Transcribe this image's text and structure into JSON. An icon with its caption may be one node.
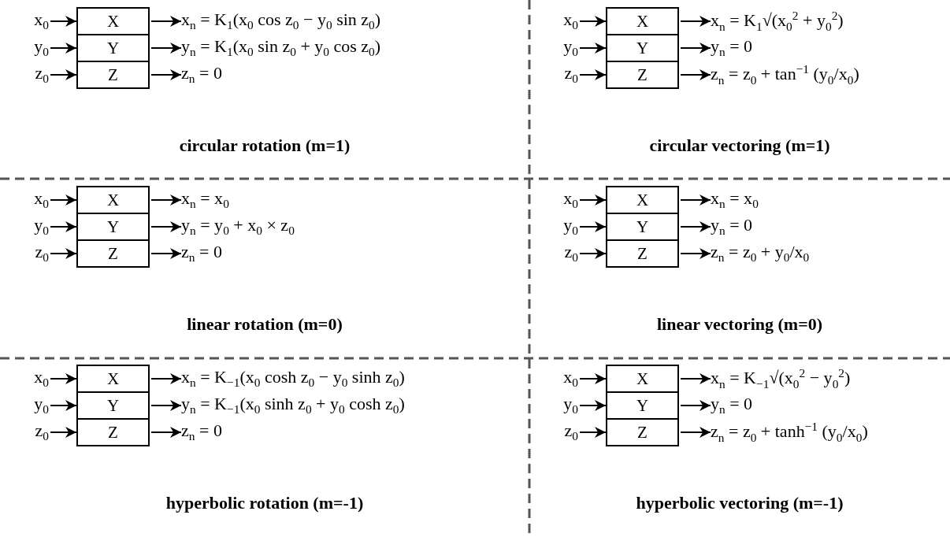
{
  "diagram": {
    "nodes": [
      {
        "text": [
          "x$_{0}$"
        ]
      },
      {
        "text": [
          "X"
        ]
      },
      {
        "text": [
          "x$_{n}$ = K$_{1}$(x$_{0}$ cos z$_{0}$ − y$_{0}$ sin z$_{0}$)"
        ]
      },
      {
        "text": [
          "y$_{0}$"
        ]
      },
      {
        "text": [
          "Y"
        ]
      },
      {
        "text": [
          "y$_{n}$ = K$_{1}$(x$_{0}$ sin z$_{0}$ + y$_{0}$ cos z$_{0}$)"
        ]
      },
      {
        "text": [
          "z$_{0}$"
        ]
      },
      {
        "text": [
          "Z"
        ]
      },
      {
        "text": [
          "z$_{n}$ = 0"
        ]
      },
      {
        "text": [
          "x$_{0}$"
        ]
      },
      {
        "text": [
          "X"
        ]
      },
      {
        "text": [
          "x$_{n}$ = K$_{1}$√(x$_{0}$$^{2}$ + y$_{0}$$^{2}$)"
        ]
      },
      {
        "text": [
          "y$_{0}$"
        ]
      },
      {
        "text": [
          "Y"
        ]
      },
      {
        "text": [
          "y$_{n}$ = 0"
        ]
      },
      {
        "text": [
          "z$_{0}$"
        ]
      },
      {
        "text": [
          "Z"
        ]
      },
      {
        "text": [
          "z$_{n}$ = z$_{0}$ + tan$^{−1}$ (y$_{0}$/x$_{0}$)"
        ]
      },
      {
        "text": [
          "x$_{0}$"
        ]
      },
      {
        "text": [
          "X"
        ]
      },
      {
        "text": [
          "x$_{n}$ = x$_{0}$"
        ]
      },
      {
        "text": [
          "y$_{0}$"
        ]
      },
      {
        "text": [
          "Y"
        ]
      },
      {
        "text": [
          "y$_{n}$ = y$_{0}$ + x$_{0}$ × z$_{0}$"
        ]
      },
      {
        "text": [
          "z$_{0}$"
        ]
      },
      {
        "text": [
          "Z"
        ]
      },
      {
        "text": [
          "z$_{n}$ = 0"
        ]
      },
      {
        "text": [
          "x$_{0}$"
        ]
      },
      {
        "text": [
          "X"
        ]
      },
      {
        "text": [
          "x$_{n}$ = x$_{0}$"
        ]
      },
      {
        "text": [
          "y$_{0}$"
        ]
      },
      {
        "text": [
          "Y"
        ]
      },
      {
        "text": [
          "y$_{n}$ = 0"
        ]
      },
      {
        "text": [
          "z$_{0}$"
        ]
      },
      {
        "text": [
          "Z"
        ]
      },
      {
        "text": [
          "z$_{n}$ = z$_{0}$ + y$_{0}$/x$_{0}$"
        ]
      },
      {
        "text": [
          "x$_{0}$"
        ]
      },
      {
        "text": [
          "X"
        ]
      },
      {
        "text": [
          "x$_{n}$ = K$_{−1}$(x$_{0}$ cosh z$_{0}$ − y$_{0}$ sinh z$_{0}$)"
        ]
      },
      {
        "text": [
          "y$_{0}$"
        ]
      },
      {
        "text": [
          "Y"
        ]
      },
      {
        "text": [
          "y$_{n}$ = K$_{−1}$(x$_{0}$ sinh z$_{0}$ + y$_{0}$ cosh z$_{0}$)"
        ]
      },
      {
        "text": [
          "z$_{0}$"
        ]
      },
      {
        "text": [
          "Z"
        ]
      },
      {
        "text": [
          "z$_{n}$ = 0"
        ]
      },
      {
        "text": [
          "x$_{0}$"
        ]
      },
      {
        "text": [
          "X"
        ]
      },
      {
        "text": [
          "x$_{n}$ = K$_{−1}$√(x$_{0}$$^{2}$ − y$_{0}$$^{2}$)"
        ]
      },
      {
        "text": [
          "y$_{0}$"
        ]
      },
      {
        "text": [
          "Y"
        ]
      },
      {
        "text": [
          "y$_{n}$ = 0"
        ]
      },
      {
        "text": [
          "z$_{0}$"
        ]
      },
      {
        "text": [
          "Z"
        ]
      },
      {
        "text": [
          "z$_{n}$ = z$_{0}$ + tanh$^{−1}$ (y$_{0}$/x$_{0}$)"
        ]
      }
    ],
    "edges": [
      {
        "from": 0,
        "to": 1,
        "arrow": "to"
      },
      {
        "from": 1,
        "to": 2,
        "arrow": "to"
      },
      {
        "from": 3,
        "to": 4,
        "arrow": "to"
      },
      {
        "from": 4,
        "to": 5,
        "arrow": "to"
      },
      {
        "from": 6,
        "to": 7,
        "arrow": "to"
      },
      {
        "from": 7,
        "to": 8,
        "arrow": "to"
      },
      {
        "from": 9,
        "to": 10,
        "arrow": "to"
      },
      {
        "from": 10,
        "to": 11,
        "arrow": "to"
      },
      {
        "from": 12,
        "to": 13,
        "arrow": "to"
      },
      {
        "from": 13,
        "to": 14,
        "arrow": "to"
      },
      {
        "from": 15,
        "to": 16,
        "arrow": "to"
      },
      {
        "from": 16,
        "to": 17,
        "arrow": "to"
      },
      {
        "from": 18,
        "to": 19,
        "arrow": "to"
      },
      {
        "from": 19,
        "to": 20,
        "arrow": "to"
      },
      {
        "from": 21,
        "to": 22,
        "arrow": "to"
      },
      {
        "from": 22,
        "to": 23,
        "arrow": "to"
      },
      {
        "from": 24,
        "to": 25,
        "arrow": "to"
      },
      {
        "from": 25,
        "to": 26,
        "arrow": "to"
      },
      {
        "from": 27,
        "to": 28,
        "arrow": "to"
      },
      {
        "from": 28,
        "to": 29,
        "arrow": "to"
      },
      {
        "from": 30,
        "to": 31,
        "arrow": "to"
      },
      {
        "from": 31,
        "to": 32,
        "arrow": "to"
      },
      {
        "from": 33,
        "to": 34,
        "arrow": "to"
      },
      {
        "from": 34,
        "to": 35,
        "arrow": "to"
      },
      {
        "from": 36,
        "to": 37,
        "arrow": "to"
      },
      {
        "from": 37,
        "to": 38,
        "arrow": "to"
      },
      {
        "from": 39,
        "to": 40,
        "arrow": "to"
      },
      {
        "from": 40,
        "to": 41,
        "arrow": "to"
      },
      {
        "from": 42,
        "to": 43,
        "arrow": "to"
      },
      {
        "from": 43,
        "to": 44,
        "arrow": "to"
      },
      {
        "from": 45,
        "to": 46,
        "arrow": "to"
      },
      {
        "from": 46,
        "to": 47,
        "arrow": "to"
      },
      {
        "from": 48,
        "to": 49,
        "arrow": "to"
      },
      {
        "from": 49,
        "to": 50,
        "arrow": "to"
      },
      {
        "from": 51,
        "to": 52,
        "arrow": "to"
      },
      {
        "from": 52,
        "to": 53,
        "arrow": "to"
      }
    ],
    "labels": [
      "circular rotation (m=1)",
      "circular vectoring (m=1)",
      "linear rotation (m=0)",
      "linear vectoring (m=0)",
      "hyperbolic rotation (m=-1)",
      "hyperbolic vectoring (m=-1)"
    ]
  }
}
